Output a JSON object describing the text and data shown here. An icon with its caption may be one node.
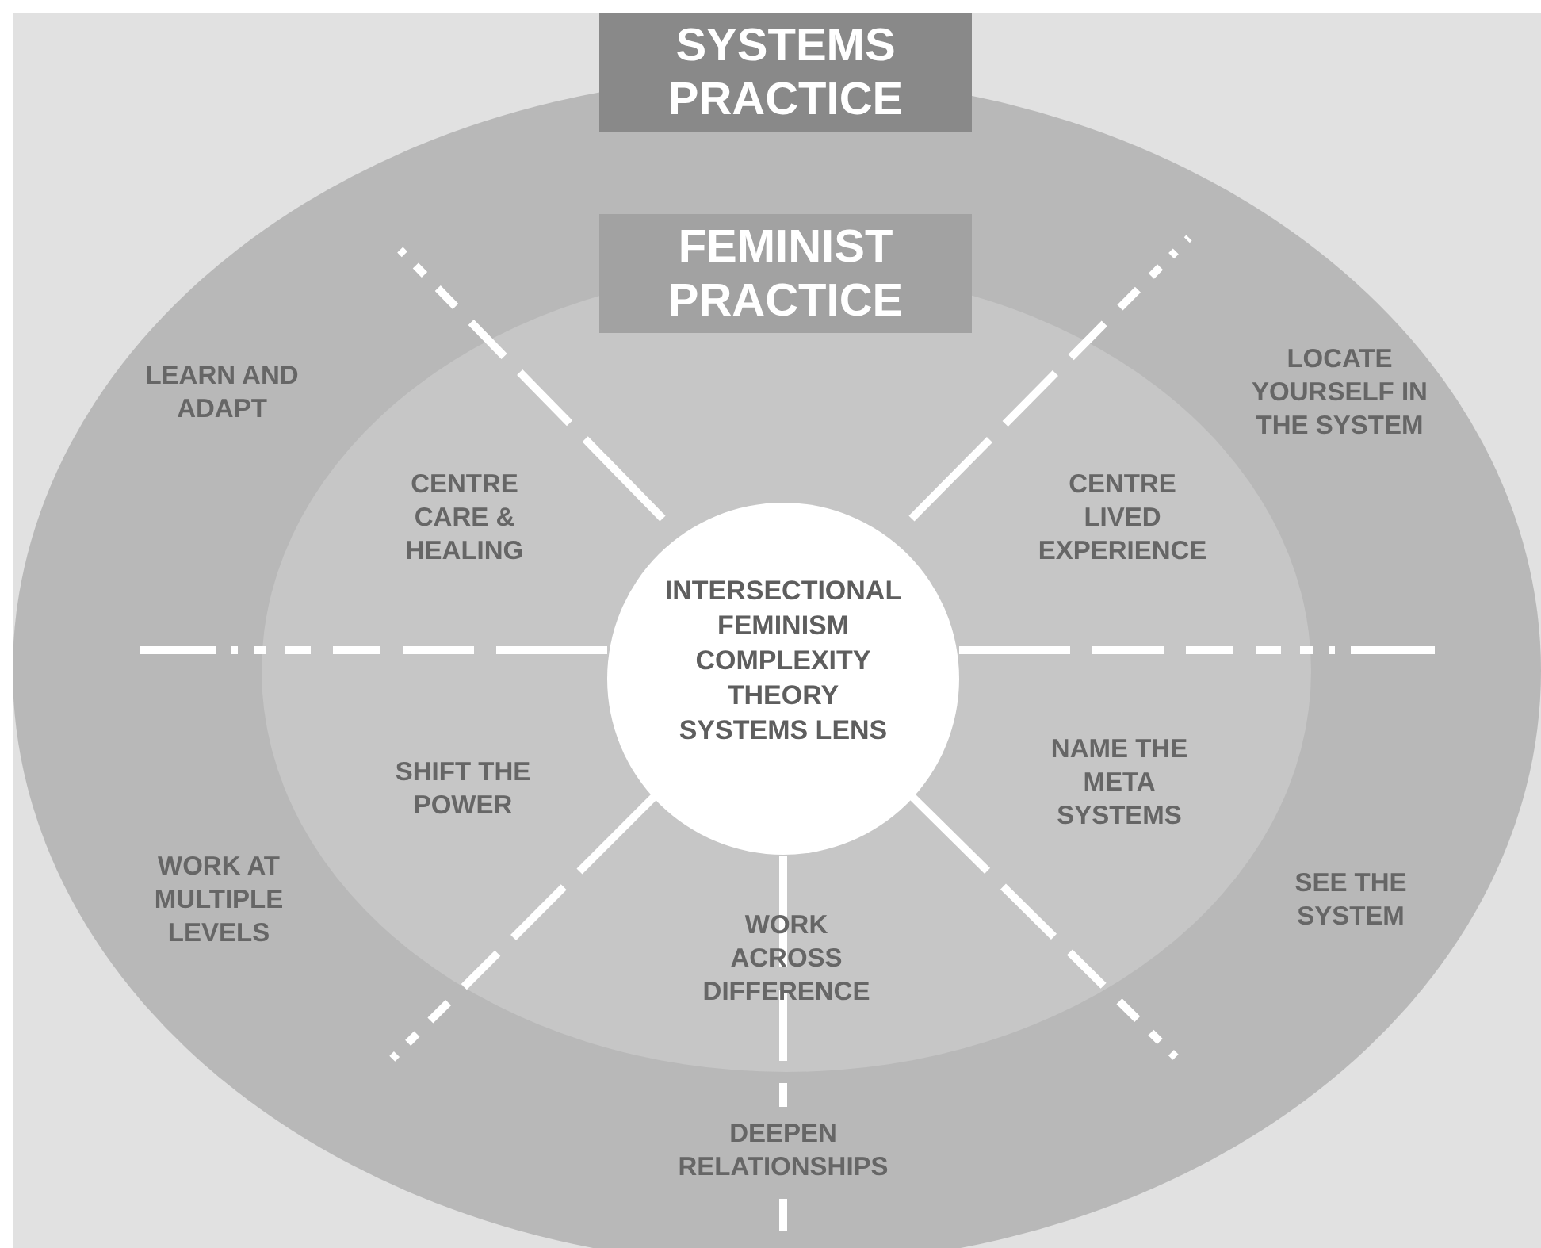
{
  "diagram": {
    "nodes": [
      {
        "text": [
          "SYSTEMS PRACTICE"
        ]
      },
      {
        "text": [
          "FEMINIST PRACTICE"
        ],
        "in": 0
      },
      {
        "text": [
          "INTERSECTIONAL FEMINISM",
          "COMPLEXITY THEORY",
          "SYSTEMS LENS"
        ],
        "in": 1
      }
    ],
    "labels": [
      "LEARN AND ADAPT",
      "LOCATE YOURSELF IN THE SYSTEM",
      "CENTRE CARE & HEALING",
      "CENTRE LIVED EXPERIENCE",
      "SHIFT THE POWER",
      "NAME THE META SYSTEMS",
      "WORK AT MULTIPLE LEVELS",
      "SEE THE SYSTEM",
      "WORK ACROSS DIFFERENCE",
      "DEEPEN RELATIONSHIPS"
    ]
  }
}
